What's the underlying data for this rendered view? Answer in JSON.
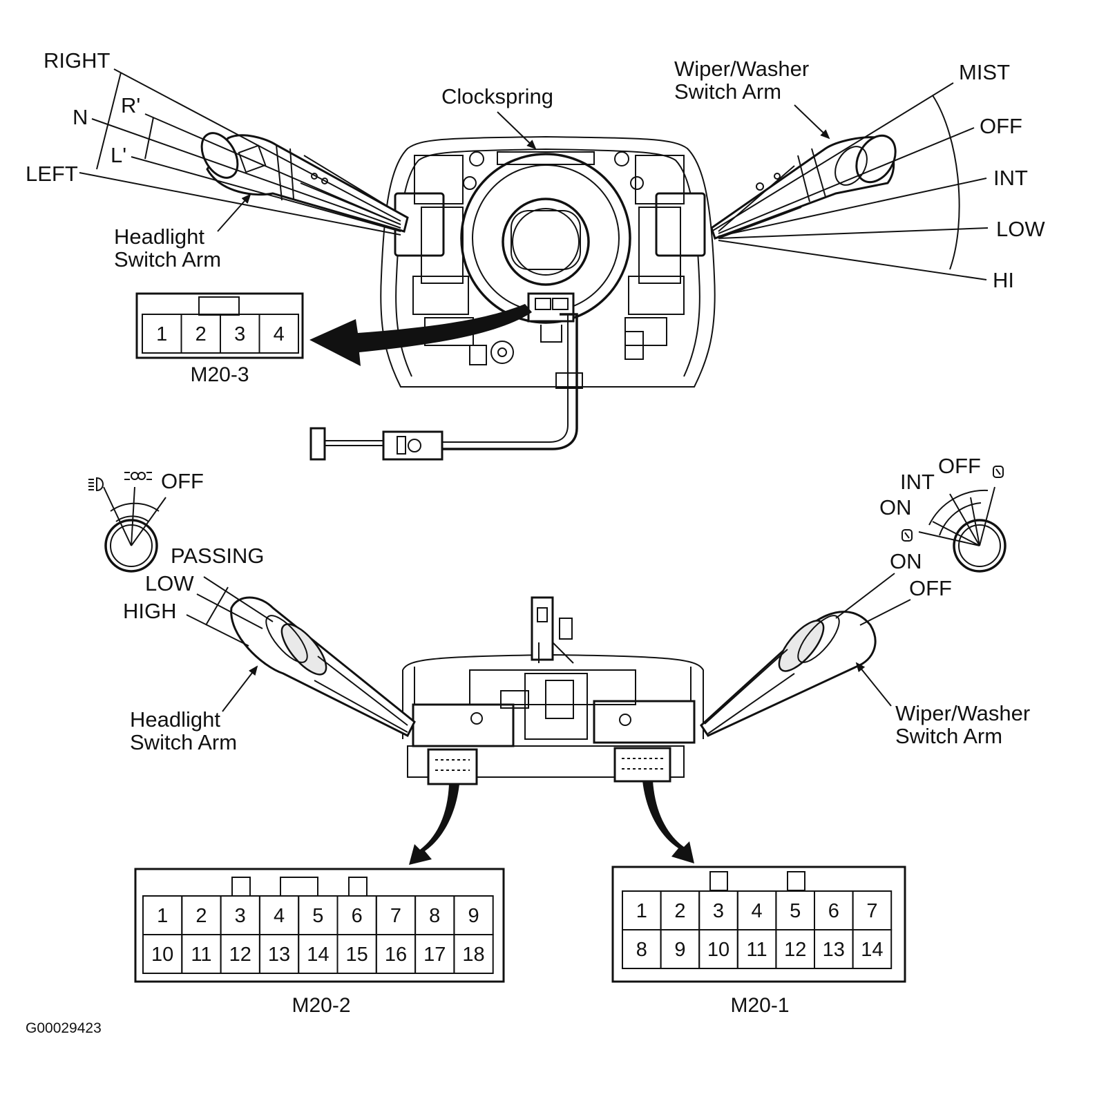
{
  "top_assembly": {
    "clockspring_label": "Clockspring",
    "left_arm": {
      "positions": [
        "RIGHT",
        "R'",
        "N",
        "L'",
        "LEFT"
      ],
      "callout_line1": "Headlight",
      "callout_line2": "Switch Arm"
    },
    "right_arm": {
      "callout_line1": "Wiper/Washer",
      "callout_line2": "Switch Arm",
      "positions": [
        "MIST",
        "OFF",
        "INT",
        "LOW",
        "HI"
      ]
    },
    "connector": {
      "name": "M20-3",
      "pins": [
        "1",
        "2",
        "3",
        "4"
      ]
    }
  },
  "bottom_assembly": {
    "headlight_knob": {
      "off_label": "OFF",
      "icons": [
        "headlight-symbol-icon",
        "parking-lights-symbol-icon"
      ]
    },
    "headlight_positions": [
      "PASSING",
      "LOW",
      "HIGH"
    ],
    "headlight_callout_line1": "Headlight",
    "headlight_callout_line2": "Switch Arm",
    "washer_knob": {
      "labels": [
        "OFF",
        "INT",
        "ON"
      ],
      "icons": [
        "rear-wiper-symbol-icon",
        "rear-washer-symbol-icon"
      ]
    },
    "washer_positions": [
      "ON",
      "OFF"
    ],
    "wiper_callout_line1": "Wiper/Washer",
    "wiper_callout_line2": "Switch Arm",
    "connector_m20_2": {
      "name": "M20-2",
      "row1": [
        "1",
        "2",
        "3",
        "4",
        "5",
        "6",
        "7",
        "8",
        "9"
      ],
      "row2": [
        "10",
        "11",
        "12",
        "13",
        "14",
        "15",
        "16",
        "17",
        "18"
      ]
    },
    "connector_m20_1": {
      "name": "M20-1",
      "row1": [
        "1",
        "2",
        "3",
        "4",
        "5",
        "6",
        "7"
      ],
      "row2": [
        "8",
        "9",
        "10",
        "11",
        "12",
        "13",
        "14"
      ]
    }
  },
  "figure_id": "G00029423"
}
